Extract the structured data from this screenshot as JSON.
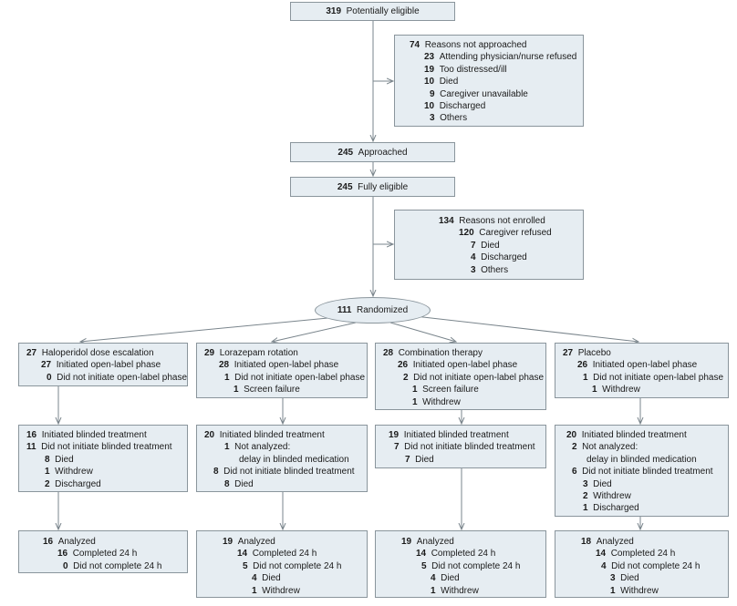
{
  "boxes": {
    "potentially_eligible": {
      "n": "319",
      "label": "Potentially eligible"
    },
    "not_approached": {
      "title": {
        "n": "74",
        "label": "Reasons not approached"
      },
      "items": [
        {
          "n": "23",
          "label": "Attending physician/nurse refused"
        },
        {
          "n": "19",
          "label": "Too distressed/ill"
        },
        {
          "n": "10",
          "label": "Died"
        },
        {
          "n": "9",
          "label": "Caregiver unavailable"
        },
        {
          "n": "10",
          "label": "Discharged"
        },
        {
          "n": "3",
          "label": "Others"
        }
      ]
    },
    "approached": {
      "n": "245",
      "label": "Approached"
    },
    "fully_eligible": {
      "n": "245",
      "label": "Fully eligible"
    },
    "not_enrolled": {
      "title": {
        "n": "134",
        "label": "Reasons not enrolled"
      },
      "items": [
        {
          "n": "120",
          "label": "Caregiver refused"
        },
        {
          "n": "7",
          "label": "Died"
        },
        {
          "n": "4",
          "label": "Discharged"
        },
        {
          "n": "3",
          "label": "Others"
        }
      ]
    },
    "randomized": {
      "n": "111",
      "label": "Randomized"
    }
  },
  "arms": [
    {
      "name": {
        "n": "27",
        "label": "Haloperidol dose escalation"
      },
      "openlabel": [
        {
          "n": "27",
          "label": "Initiated open-label phase"
        },
        {
          "n": "0",
          "label": "Did not initiate open-label phase"
        }
      ],
      "blinded": [
        {
          "n": "16",
          "label": "Initiated blinded treatment"
        },
        {
          "n": "11",
          "label": "Did not initiate blinded treatment"
        },
        {
          "n": "8",
          "label": "Died"
        },
        {
          "n": "1",
          "label": "Withdrew"
        },
        {
          "n": "2",
          "label": "Discharged"
        }
      ],
      "analyzed": [
        {
          "n": "16",
          "label": "Analyzed"
        },
        {
          "n": "16",
          "label": "Completed 24 h"
        },
        {
          "n": "0",
          "label": "Did not complete 24 h"
        }
      ]
    },
    {
      "name": {
        "n": "29",
        "label": "Lorazepam rotation"
      },
      "openlabel": [
        {
          "n": "28",
          "label": "Initiated open-label phase"
        },
        {
          "n": "1",
          "label": "Did not initiate open-label phase"
        },
        {
          "n": "1",
          "label": "Screen failure"
        }
      ],
      "blinded": [
        {
          "n": "20",
          "label": "Initiated blinded treatment"
        },
        {
          "n": "1",
          "label": "Not analyzed:"
        },
        {
          "n": "",
          "label": "delay in blinded medication"
        },
        {
          "n": "8",
          "label": "Did not initiate blinded treatment"
        },
        {
          "n": "8",
          "label": "Died"
        }
      ],
      "analyzed": [
        {
          "n": "19",
          "label": "Analyzed"
        },
        {
          "n": "14",
          "label": "Completed 24 h"
        },
        {
          "n": "5",
          "label": "Did not complete 24 h"
        },
        {
          "n": "4",
          "label": "Died"
        },
        {
          "n": "1",
          "label": "Withdrew"
        }
      ]
    },
    {
      "name": {
        "n": "28",
        "label": "Combination therapy"
      },
      "openlabel": [
        {
          "n": "26",
          "label": "Initiated open-label phase"
        },
        {
          "n": "2",
          "label": "Did not initiate open-label phase"
        },
        {
          "n": "1",
          "label": "Screen failure"
        },
        {
          "n": "1",
          "label": "Withdrew"
        }
      ],
      "blinded": [
        {
          "n": "19",
          "label": "Initiated blinded treatment"
        },
        {
          "n": "7",
          "label": "Did not initiate blinded treatment"
        },
        {
          "n": "7",
          "label": "Died"
        }
      ],
      "analyzed": [
        {
          "n": "19",
          "label": "Analyzed"
        },
        {
          "n": "14",
          "label": "Completed 24 h"
        },
        {
          "n": "5",
          "label": "Did not complete 24 h"
        },
        {
          "n": "4",
          "label": "Died"
        },
        {
          "n": "1",
          "label": "Withdrew"
        }
      ]
    },
    {
      "name": {
        "n": "27",
        "label": "Placebo"
      },
      "openlabel": [
        {
          "n": "26",
          "label": "Initiated open-label phase"
        },
        {
          "n": "1",
          "label": "Did not initiate open-label phase"
        },
        {
          "n": "1",
          "label": "Withdrew"
        }
      ],
      "blinded": [
        {
          "n": "20",
          "label": "Initiated blinded treatment"
        },
        {
          "n": "2",
          "label": "Not analyzed:"
        },
        {
          "n": "",
          "label": "delay in blinded medication"
        },
        {
          "n": "6",
          "label": "Did not initiate blinded treatment"
        },
        {
          "n": "3",
          "label": "Died"
        },
        {
          "n": "2",
          "label": "Withdrew"
        },
        {
          "n": "1",
          "label": "Discharged"
        }
      ],
      "analyzed": [
        {
          "n": "18",
          "label": "Analyzed"
        },
        {
          "n": "14",
          "label": "Completed 24 h"
        },
        {
          "n": "4",
          "label": "Did not complete 24 h"
        },
        {
          "n": "3",
          "label": "Died"
        },
        {
          "n": "1",
          "label": "Withdrew"
        }
      ]
    }
  ]
}
